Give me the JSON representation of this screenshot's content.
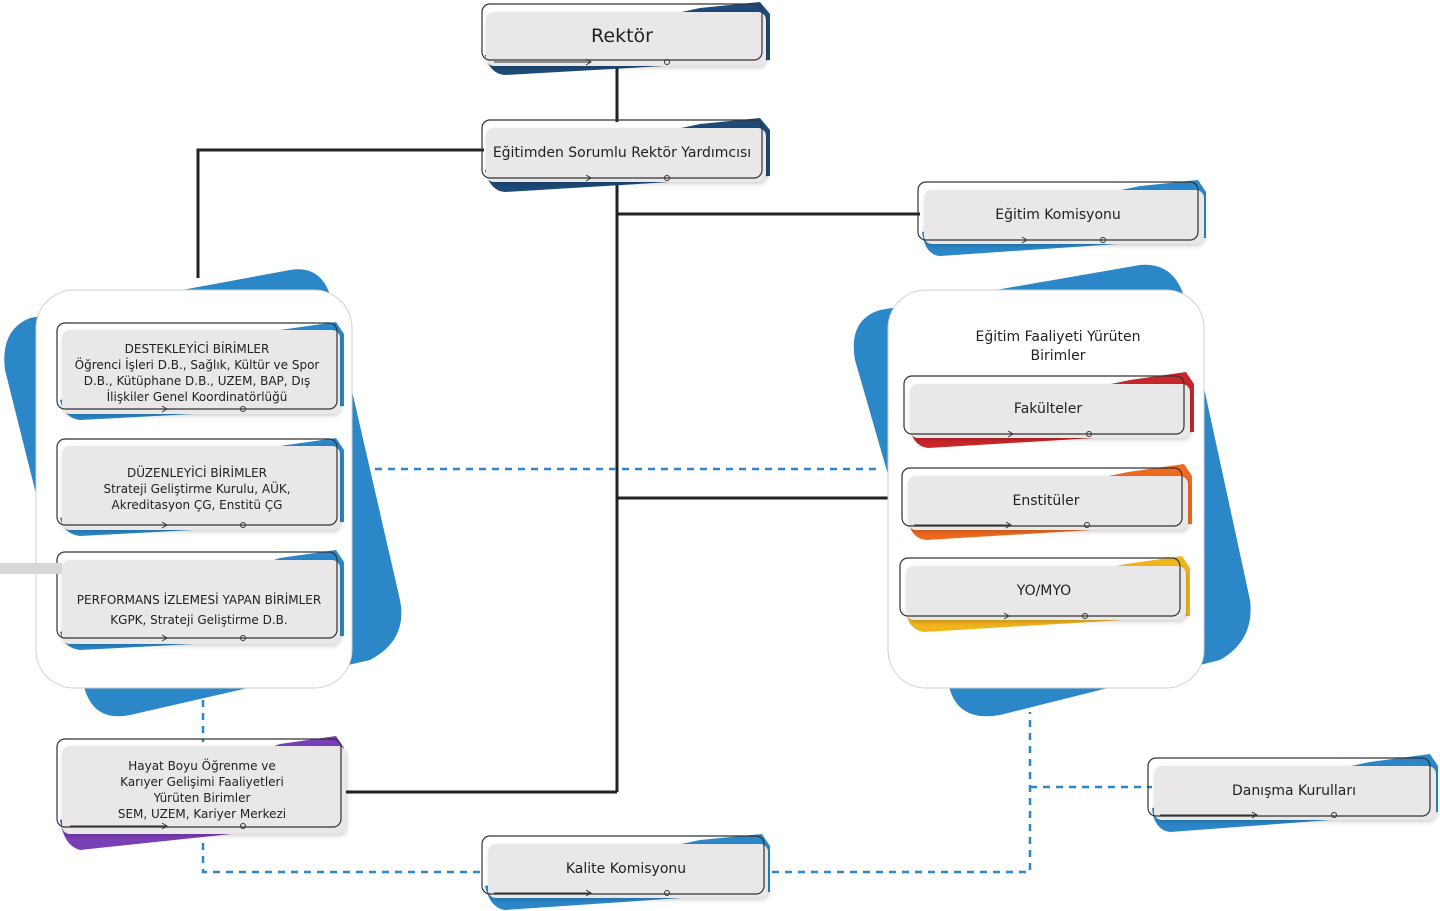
{
  "nodes": {
    "rektor": {
      "label": "Rektör"
    },
    "yardimci": {
      "label": "Eğitimden Sorumlu Rektör Yardımcısı"
    },
    "egitim_komisyonu": {
      "label": "Eğitim Komisyonu"
    },
    "destekleyici": {
      "title": "DESTEKLEYİCİ BİRİMLER",
      "detail": "Öğrenci İşleri D.B., Sağlık, Kültür ve Spor D.B., Kütüphane D.B., UZEM, BAP, Dış İlişkiler Genel Koordinatörlüğü"
    },
    "duzenleyici": {
      "title": "DÜZENLEYİCİ BİRİMLER",
      "detail": "Strateji Geliştirme Kurulu, AÜK, Akreditasyon ÇG, Enstitü ÇG"
    },
    "performans": {
      "title": "PERFORMANS İZLEMESİ YAPAN BİRİMLER",
      "detail": "KGPK, Strateji Geliştirme D.B."
    },
    "egitim_faaliyeti": {
      "title": "Eğitim Faaliyeti Yürüten Birimler"
    },
    "fakulteler": {
      "label": "Fakülteler"
    },
    "enstituler": {
      "label": "Enstitüler"
    },
    "yomyo": {
      "label": "YO/MYO"
    },
    "hayat_boyu": {
      "title": "Hayat Boyu Öğrenme ve Karıyer Gelişimi Faaliyetleri Yürüten Birimler",
      "detail": "SEM, UZEM, Kariyer Merkezi"
    },
    "danisma": {
      "label": "Danışma Kurulları"
    },
    "kalite": {
      "label": "Kalite Komisyonu"
    }
  },
  "colors": {
    "blue": "#2b87c8",
    "navy": "#1d4a78",
    "card": "#e9e7e7",
    "line": "#222222",
    "dash": "#2b87c8",
    "red": "#c8272b",
    "orange": "#ee6a1f",
    "yellow": "#f0b41c",
    "purple": "#7a3fb5"
  }
}
